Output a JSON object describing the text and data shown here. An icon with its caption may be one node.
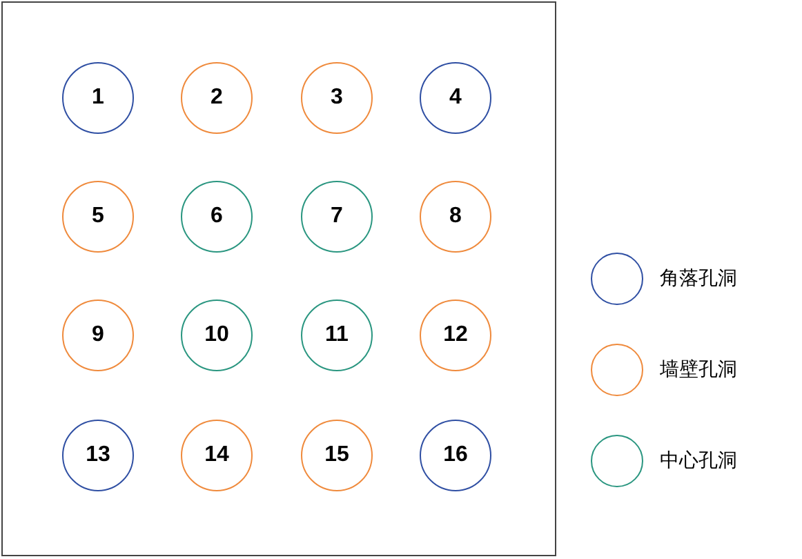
{
  "diagram": {
    "nodes": [
      {
        "text": [],
        "shape": "box"
      },
      {
        "text": [
          "1"
        ],
        "in": 0
      },
      {
        "text": [
          "2"
        ],
        "in": 0
      },
      {
        "text": [
          "3"
        ],
        "in": 0
      },
      {
        "text": [
          "4"
        ],
        "in": 0
      },
      {
        "text": [
          "5"
        ],
        "in": 0
      },
      {
        "text": [
          "6"
        ],
        "in": 0
      },
      {
        "text": [
          "7"
        ],
        "in": 0
      },
      {
        "text": [
          "8"
        ],
        "in": 0
      },
      {
        "text": [
          "9"
        ],
        "in": 0
      },
      {
        "text": [
          "10"
        ],
        "in": 0
      },
      {
        "text": [
          "11"
        ],
        "in": 0
      },
      {
        "text": [
          "12"
        ],
        "in": 0
      },
      {
        "text": [
          "13"
        ],
        "in": 0
      },
      {
        "text": [
          "14"
        ],
        "in": 0
      },
      {
        "text": [
          "15"
        ],
        "in": 0
      },
      {
        "text": [
          "16"
        ],
        "in": 0
      }
    ],
    "legend": [
      {
        "text": "角落孔洞",
        "color": "#2f4fa3"
      },
      {
        "text": "墙壁孔洞",
        "color": "#ef8a3c"
      },
      {
        "text": "中心孔洞",
        "color": "#2a9680"
      }
    ]
  }
}
